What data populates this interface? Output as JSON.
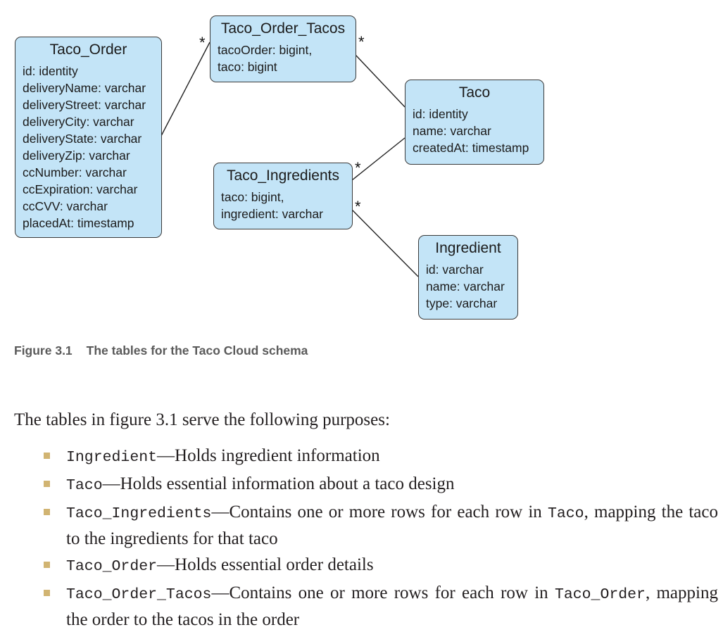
{
  "diagram": {
    "tables": {
      "taco_order": {
        "name": "Taco_Order",
        "fields": [
          "id: identity",
          "deliveryName: varchar",
          "deliveryStreet: varchar",
          "deliveryCity: varchar",
          "deliveryState: varchar",
          "deliveryZip: varchar",
          "ccNumber: varchar",
          "ccExpiration: varchar",
          "ccCVV: varchar",
          "placedAt: timestamp"
        ]
      },
      "taco_order_tacos": {
        "name": "Taco_Order_Tacos",
        "fields": [
          "tacoOrder: bigint,",
          "taco: bigint"
        ]
      },
      "taco": {
        "name": "Taco",
        "fields": [
          "id: identity",
          "name: varchar",
          "createdAt: timestamp"
        ]
      },
      "taco_ingredients": {
        "name": "Taco_Ingredients",
        "fields": [
          "taco: bigint,",
          "ingredient: varchar"
        ]
      },
      "ingredient": {
        "name": "Ingredient",
        "fields": [
          "id: varchar",
          "name: varchar",
          "type: varchar"
        ]
      }
    },
    "multiplicity": "*"
  },
  "caption": {
    "label": "Figure 3.1",
    "text": "The tables for the Taco Cloud schema"
  },
  "intro": "The tables in figure 3.1 serve the following purposes:",
  "purposes": [
    {
      "name": "Ingredient",
      "text": "—Holds ingredient information"
    },
    {
      "name": "Taco",
      "text": "—Holds essential information about a taco design"
    },
    {
      "name": "Taco_Ingredients",
      "text_a": "—Contains one or more rows for each row in ",
      "ref": "Taco",
      "text_b": ", mapping the taco to the ingredients for that taco"
    },
    {
      "name": "Taco_Order",
      "text": "—Holds essential order details"
    },
    {
      "name": "Taco_Order_Tacos",
      "text_a": "—Contains one or more rows for each row in ",
      "ref": "Taco_Order",
      "text_b": ", mapping the order to the tacos in the order"
    }
  ],
  "colors": {
    "table_fill": "#c3e4f7",
    "table_border": "#3a3a3a",
    "bullet": "#d1b472",
    "caption": "#5a5a5a"
  }
}
